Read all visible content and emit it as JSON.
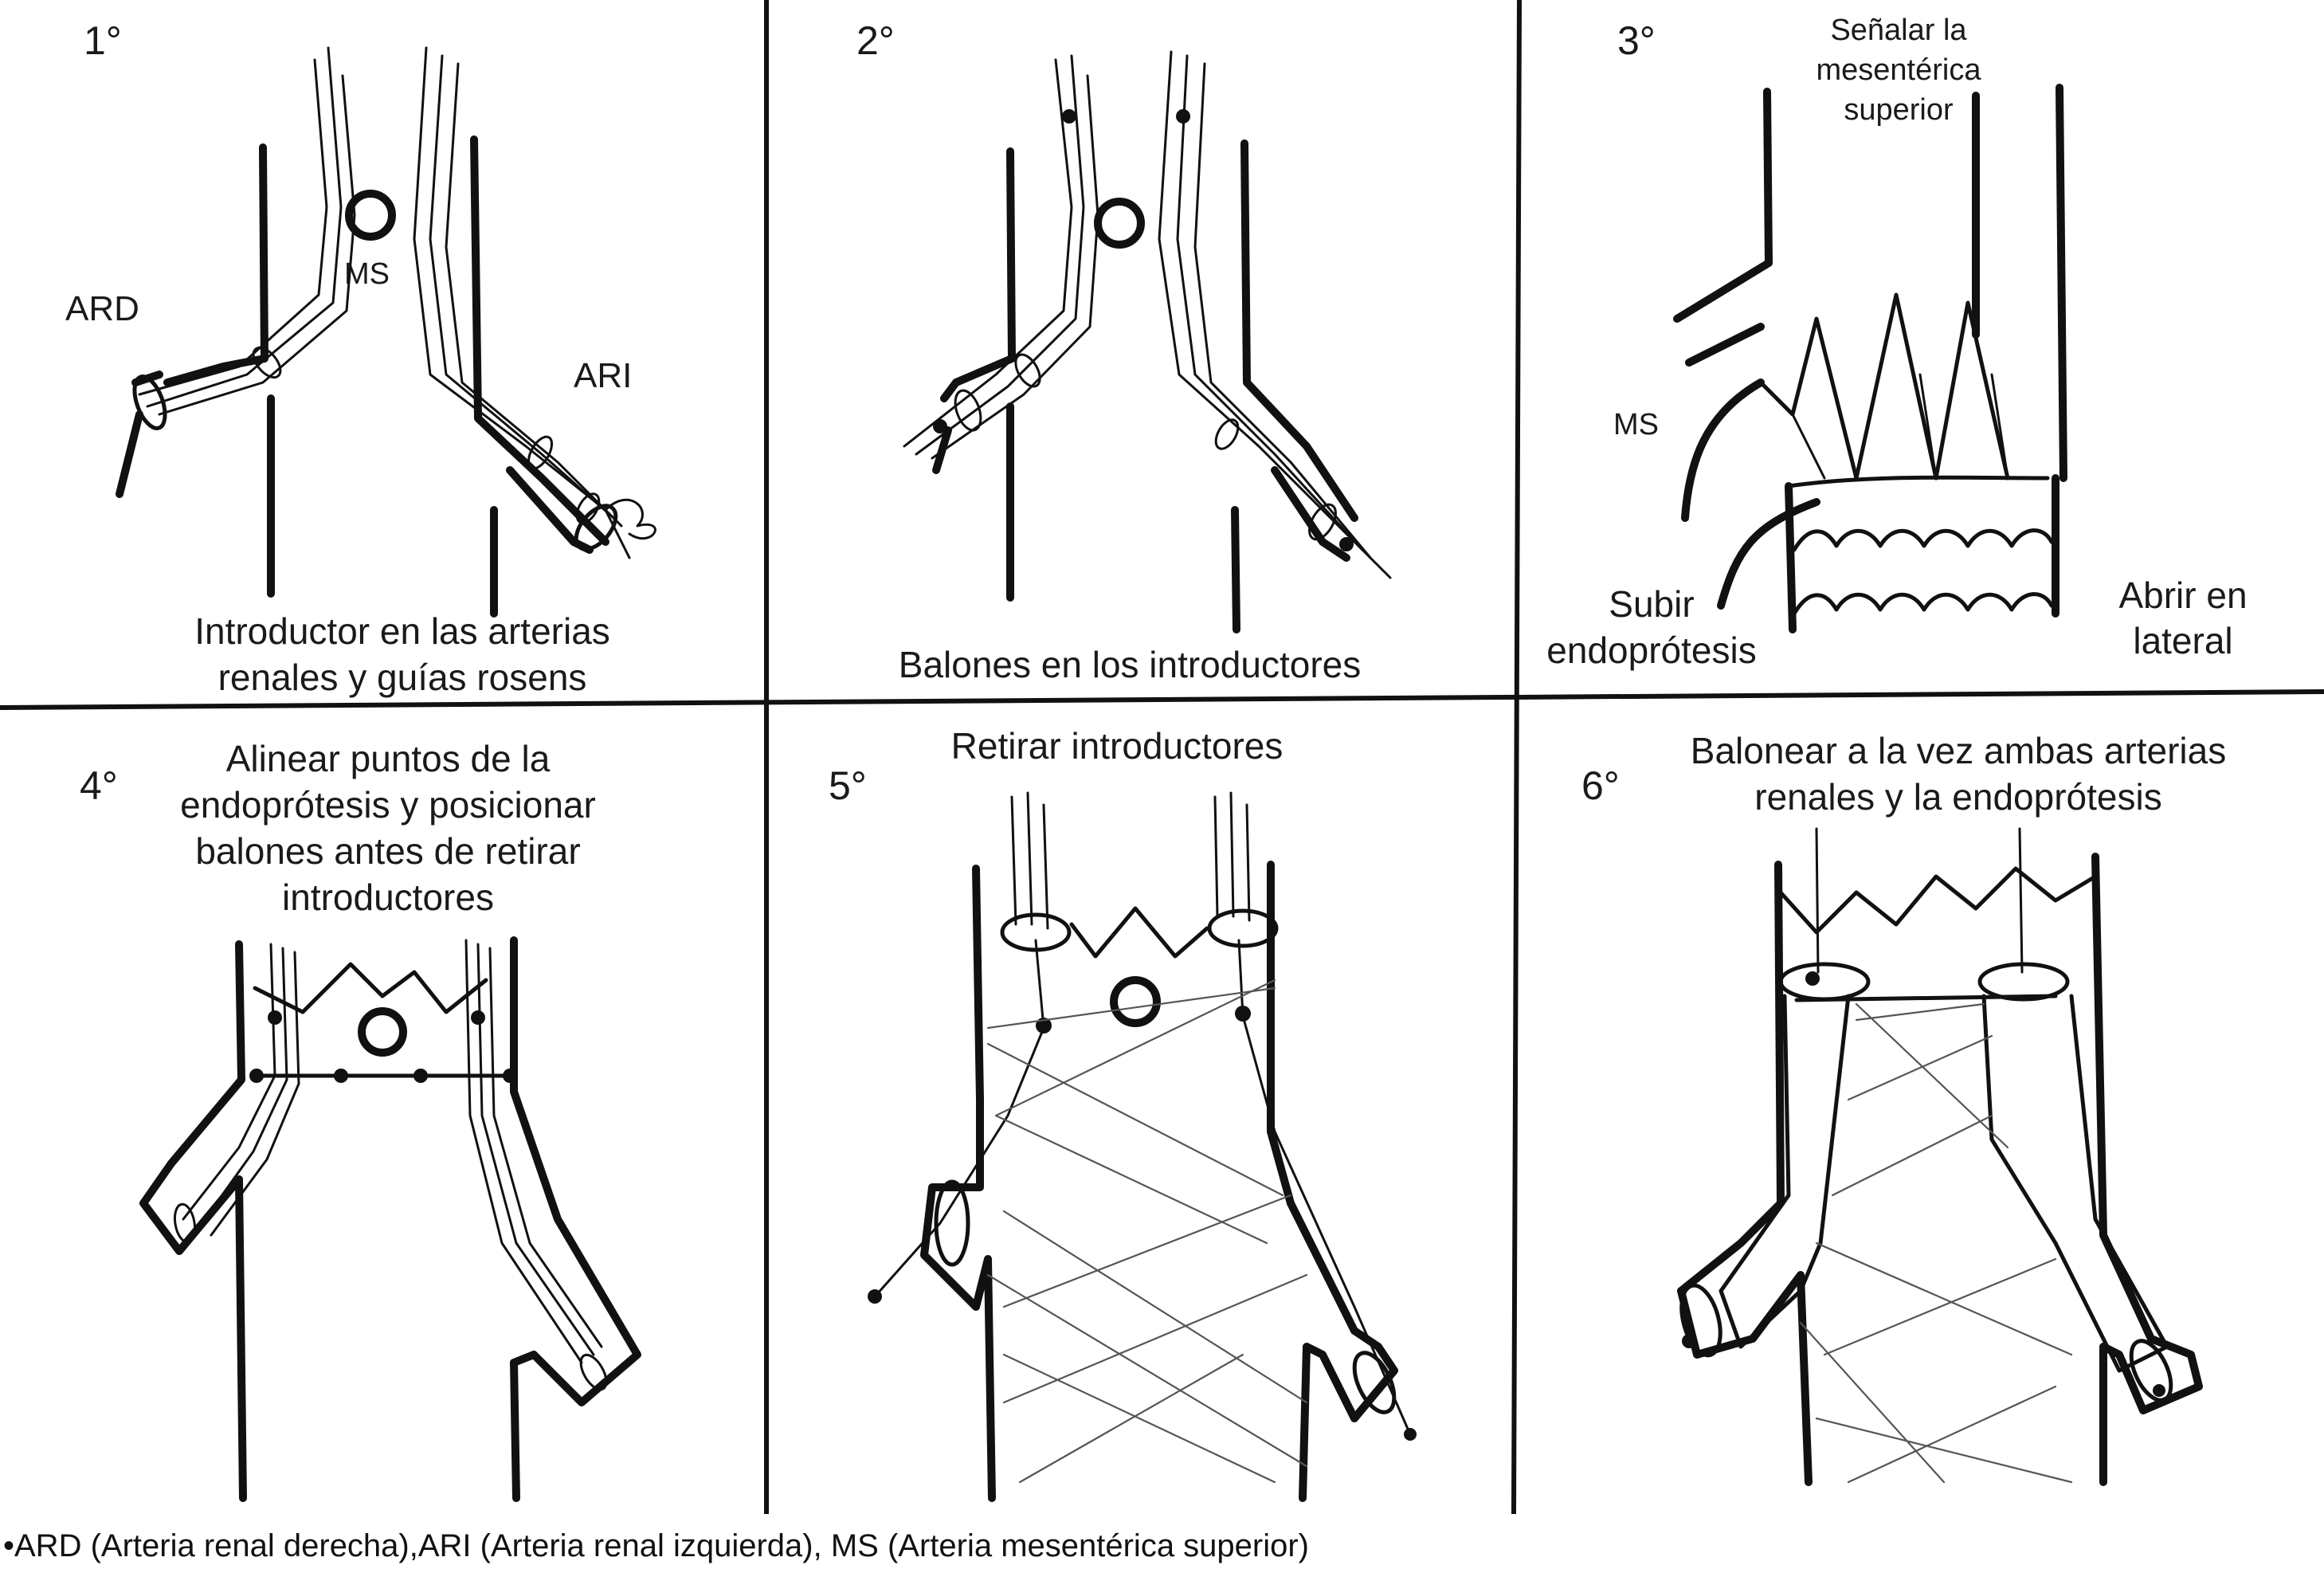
{
  "panels": [
    {
      "step": "1°",
      "labels": {
        "ard": "ARD",
        "ms": "MS",
        "ari": "ARI"
      },
      "caption": [
        "Introductor en las arterias",
        "renales y guías rosens"
      ]
    },
    {
      "step": "2°",
      "caption": [
        "Balones en los introductores"
      ]
    },
    {
      "step": "3°",
      "labels": {
        "top": [
          "Señalar la",
          "mesentérica",
          "superior"
        ],
        "ms": "MS",
        "left": [
          "Subir",
          "endoprótesis"
        ],
        "right": [
          "Abrir en",
          "lateral"
        ]
      }
    },
    {
      "step": "4°",
      "title": [
        "Alinear puntos de la",
        "endoprótesis y posicionar",
        "balones antes de retirar",
        "introductores"
      ]
    },
    {
      "step": "5°",
      "title": [
        "Retirar introductores"
      ]
    },
    {
      "step": "6°",
      "title": [
        "Balonear a la vez ambas arterias",
        "renales y la endoprótesis"
      ]
    }
  ],
  "footnote": "•ARD (Arteria renal derecha),ARI (Arteria renal izquierda), MS (Arteria mesentérica superior)"
}
